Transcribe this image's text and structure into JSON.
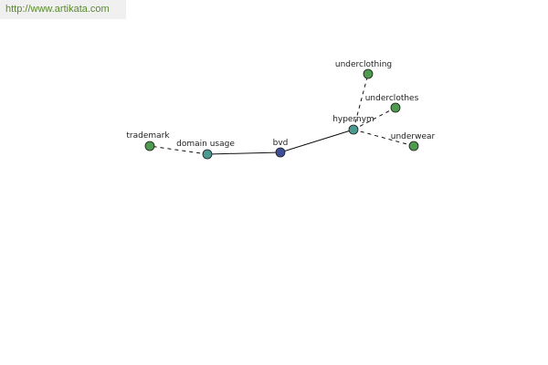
{
  "banner": {
    "url": "http://www.artikata.com"
  },
  "graph": {
    "nodes": [
      {
        "id": "bvd",
        "label": "bvd",
        "color": "#3d4f96"
      },
      {
        "id": "domain_usage",
        "label": "domain usage",
        "color": "#4a9a92"
      },
      {
        "id": "trademark",
        "label": "trademark",
        "color": "#4e9a4e"
      },
      {
        "id": "hypernym",
        "label": "hypernym",
        "color": "#4a9a92"
      },
      {
        "id": "underclothing",
        "label": "underclothing",
        "color": "#4e9a4e"
      },
      {
        "id": "underclothes",
        "label": "underclothes",
        "color": "#4e9a4e"
      },
      {
        "id": "underwear",
        "label": "underwear",
        "color": "#4e9a4e"
      }
    ],
    "edges": [
      {
        "from": "bvd",
        "to": "domain_usage",
        "style": "solid"
      },
      {
        "from": "domain_usage",
        "to": "trademark",
        "style": "dashed"
      },
      {
        "from": "bvd",
        "to": "hypernym",
        "style": "solid"
      },
      {
        "from": "hypernym",
        "to": "underclothing",
        "style": "dashed"
      },
      {
        "from": "hypernym",
        "to": "underclothes",
        "style": "dashed"
      },
      {
        "from": "hypernym",
        "to": "underwear",
        "style": "dashed"
      }
    ]
  }
}
